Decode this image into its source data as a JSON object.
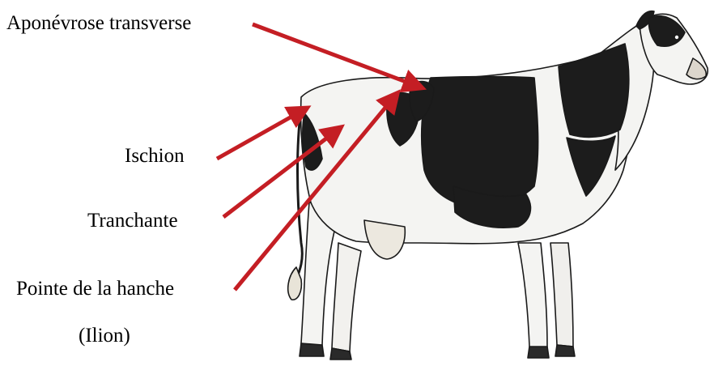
{
  "labels": {
    "aponevrose": "Aponévrose transverse",
    "ischion": "Ischion",
    "tranchante": "Tranchante",
    "pointe": "Pointe de la hanche",
    "ilion": "(Ilion)"
  },
  "colors": {
    "arrow": "#c41e24",
    "ink": "#1a1a1a",
    "hide": "#f4f4f2",
    "patch": "#1c1c1c",
    "background": "#ffffff"
  }
}
